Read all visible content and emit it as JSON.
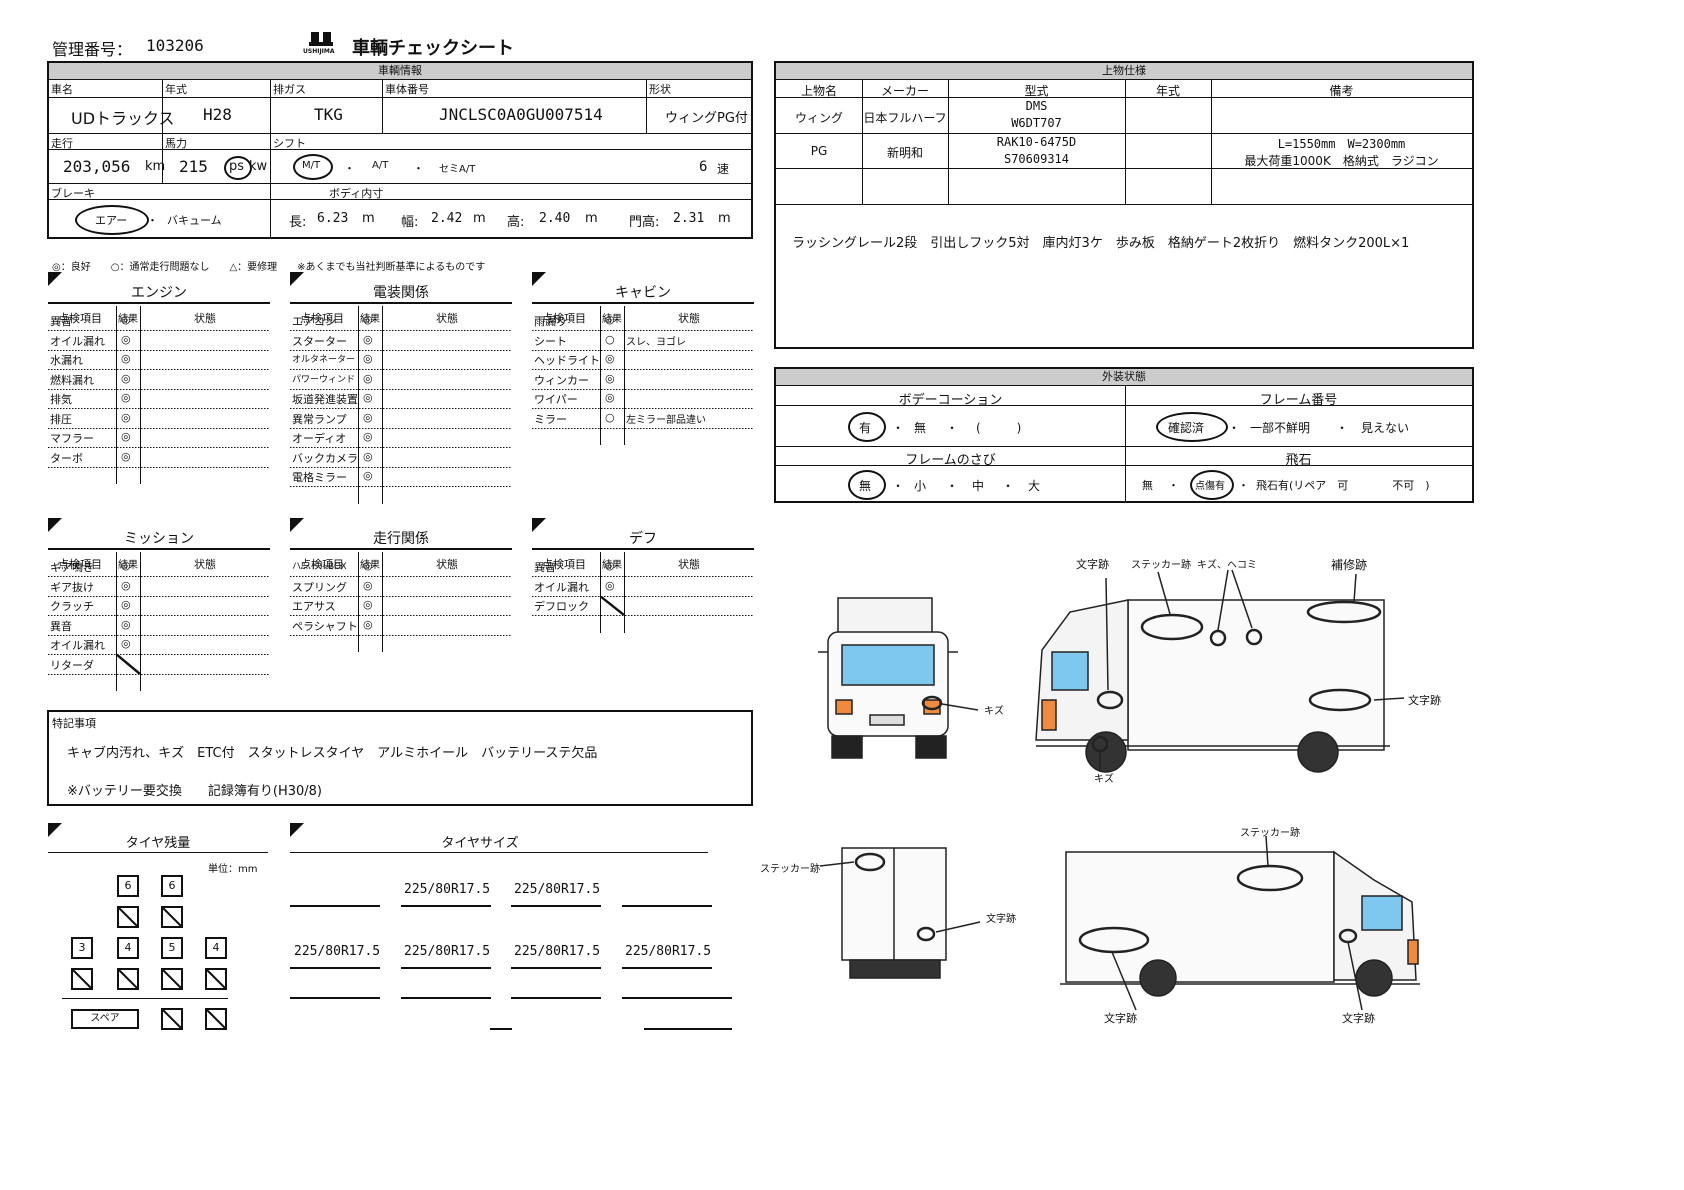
{
  "header": {
    "kanri_label": "管理番号：",
    "kanri_no": "103206",
    "logo_text": "USHIJIMA",
    "title": "車輌チェックシート"
  },
  "vehicle": {
    "section": "車輌情報",
    "labels": {
      "name": "車名",
      "year": "年式",
      "exhaust": "排ガス",
      "chassis": "車体番号",
      "shape": "形状",
      "mileage": "走行",
      "power": "馬力",
      "shift": "シフト",
      "brake": "ブレーキ",
      "body": "ボディ内寸"
    },
    "name": "UDトラックス",
    "year": "H28",
    "exhaust": "TKG",
    "chassis": "JNCLSC0A0GU007514",
    "shape": "ウィングPG付",
    "mileage": "203,056",
    "km": "km",
    "power": "215",
    "ps": "ps",
    "kw": "kw",
    "shift_mt": "M/T",
    "shift_at": "A/T",
    "shift_semi": "セミA/T",
    "speed": "6",
    "speed_unit": "速",
    "dot": "・",
    "brake_air": "エアー",
    "brake_vac": "バキューム",
    "length_label": "長:",
    "length": "6.23",
    "width_label": "幅:",
    "width": "2.42",
    "height_label": "高:",
    "height": "2.40",
    "door_label": "門高:",
    "door": "2.31",
    "m": "m"
  },
  "legend": "◎：良好　　○：通常走行問題なし　　△：要修理　　※あくまでも当社判断基準によるものです",
  "col": {
    "item": "点検項目",
    "result": "結果",
    "state": "状態"
  },
  "engine": {
    "title": "エンジン",
    "rows": [
      {
        "item": "異音",
        "result": "◎",
        "state": ""
      },
      {
        "item": "オイル漏れ",
        "result": "◎",
        "state": ""
      },
      {
        "item": "水漏れ",
        "result": "◎",
        "state": ""
      },
      {
        "item": "燃料漏れ",
        "result": "◎",
        "state": ""
      },
      {
        "item": "排気",
        "result": "◎",
        "state": ""
      },
      {
        "item": "排圧",
        "result": "◎",
        "state": ""
      },
      {
        "item": "マフラー",
        "result": "◎",
        "state": ""
      },
      {
        "item": "ターボ",
        "result": "◎",
        "state": ""
      }
    ]
  },
  "electric": {
    "title": "電装関係",
    "rows": [
      {
        "item": "エアコン",
        "result": "◎",
        "state": ""
      },
      {
        "item": "スターター",
        "result": "◎",
        "state": ""
      },
      {
        "item": "オルタネーター",
        "result": "◎",
        "state": ""
      },
      {
        "item": "パワーウィンド",
        "result": "◎",
        "state": ""
      },
      {
        "item": "坂道発進装置",
        "result": "◎",
        "state": ""
      },
      {
        "item": "異常ランプ",
        "result": "◎",
        "state": ""
      },
      {
        "item": "オーディオ",
        "result": "◎",
        "state": ""
      },
      {
        "item": "バックカメラ",
        "result": "◎",
        "state": ""
      },
      {
        "item": "電格ミラー",
        "result": "◎",
        "state": ""
      }
    ]
  },
  "cabin": {
    "title": "キャビン",
    "rows": [
      {
        "item": "雨漏り",
        "result": "◎",
        "state": ""
      },
      {
        "item": "シート",
        "result": "○",
        "state": "スレ、ヨゴレ"
      },
      {
        "item": "ヘッドライト",
        "result": "◎",
        "state": ""
      },
      {
        "item": "ウィンカー",
        "result": "◎",
        "state": ""
      },
      {
        "item": "ワイパー",
        "result": "◎",
        "state": ""
      },
      {
        "item": "ミラー",
        "result": "○",
        "state": "左ミラー部品違い"
      }
    ]
  },
  "mission": {
    "title": "ミッション",
    "rows": [
      {
        "item": "ギア鳴き",
        "result": "◎",
        "state": ""
      },
      {
        "item": "ギア抜け",
        "result": "◎",
        "state": ""
      },
      {
        "item": "クラッチ",
        "result": "◎",
        "state": ""
      },
      {
        "item": "異音",
        "result": "◎",
        "state": ""
      },
      {
        "item": "オイル漏れ",
        "result": "◎",
        "state": ""
      },
      {
        "item": "リターダ",
        "result": "",
        "state": ""
      }
    ]
  },
  "running": {
    "title": "走行関係",
    "rows": [
      {
        "item": "ハンドルBOX",
        "result": "◎",
        "state": ""
      },
      {
        "item": "スプリング",
        "result": "◎",
        "state": ""
      },
      {
        "item": "エアサス",
        "result": "◎",
        "state": ""
      },
      {
        "item": "ペラシャフト",
        "result": "◎",
        "state": ""
      }
    ]
  },
  "diff": {
    "title": "デフ",
    "rows": [
      {
        "item": "異音",
        "result": "◎",
        "state": ""
      },
      {
        "item": "オイル漏れ",
        "result": "◎",
        "state": ""
      },
      {
        "item": "デフロック",
        "result": "",
        "state": ""
      }
    ]
  },
  "notes": {
    "label": "特記事項",
    "line1": "キャブ内汚れ、キズ　ETC付　スタットレスタイヤ　アルミホイール　バッテリーステ欠品",
    "line2": "※バッテリー要交換　　記録簿有り(H30/8)"
  },
  "tire_remain": {
    "title": "タイヤ残量",
    "unit": "単位：mm",
    "front": [
      "6",
      "6"
    ],
    "rear": [
      "3",
      "4",
      "5",
      "4"
    ],
    "spare": "スペア"
  },
  "tire_size": {
    "title": "タイヤサイズ",
    "front": [
      "225/80R17.5",
      "225/80R17.5"
    ],
    "rear": [
      "225/80R17.5",
      "225/80R17.5",
      "225/80R17.5",
      "225/80R17.5"
    ]
  },
  "upper": {
    "section": "上物仕様",
    "cols": [
      "上物名",
      "メーカー",
      "型式",
      "年式",
      "備考"
    ],
    "rows": [
      {
        "name": "ウィング",
        "maker": "日本フルハーフ",
        "model1": "DMS",
        "model2": "W6DT707",
        "year": "",
        "note1": "",
        "note2": ""
      },
      {
        "name": "PG",
        "maker": "新明和",
        "model1": "RAK10-6475D",
        "model2": "S70609314",
        "year": "",
        "note1": "L=1550mm　W=2300mm",
        "note2": "最大荷重1000K　格納式　ラジコン"
      }
    ],
    "remarks": "ラッシングレール2段　引出しフック5対　庫内灯3ケ　歩み板　格納ゲート2枚折り　燃料タンク200L×1"
  },
  "exterior": {
    "section": "外装状態",
    "body_coat": "ボデーコーション",
    "frame_no": "フレーム番号",
    "frame_rust": "フレームのさび",
    "stone": "飛石",
    "coat_yes": "有",
    "coat_no": "無",
    "coat_paren": "(　　　)",
    "frame_ok": "確認済",
    "frame_partial": "一部不鮮明",
    "frame_none": "見えない",
    "rust_none": "無",
    "rust_small": "小",
    "rust_mid": "中",
    "rust_big": "大",
    "stone_none": "無",
    "stone_dot": "点傷有",
    "stone_yes": "飛石有(リペア　可　　　　不可　)",
    "dot": "・"
  },
  "diagram": {
    "moji": "文字跡",
    "sticker": "ステッカー跡",
    "kizu_hekomi": "キズ、ヘコミ",
    "hoshu": "補修跡",
    "kizu": "キズ"
  }
}
